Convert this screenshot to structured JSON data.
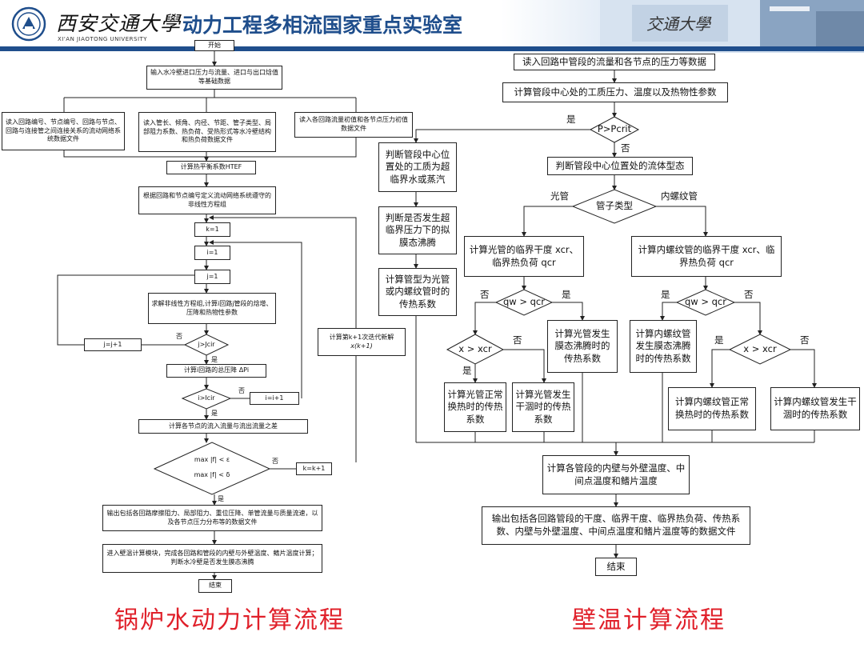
{
  "header": {
    "school_cn": "西安交通大學",
    "school_en": "XI'AN JIAOTONG UNIVERSITY",
    "lab_title": "动力工程多相流国家重点实验室",
    "photo_caption": "交通大學"
  },
  "left": {
    "start": "开始",
    "input_basic": "输入水冷壁进口压力与流量、进口与出口焓值等基础数据",
    "read_loop": "读入回路编号、节点编号、回路与节点、回路与连接管之间连接关系的流动网络系统数据文件",
    "read_tube": "读入管长、倾角、内径、节距、管子类型、局部阻力系数、热负荷、受热形式等水冷壁结构和热负荷数据文件",
    "read_init": "读入各回路流量初值和各节点压力初值数据文件",
    "htef": "计算热平衡系数HTEF",
    "define_eq": "根据回路和节点编号定义流动网络系统遵守的非线性方程组",
    "k1": "k=1",
    "i1": "i=1",
    "j1": "j=1",
    "solve": "求解非线性方程组,计算i回路j管段的焓增、压降和热物性参数",
    "d_j": "j>Jcir",
    "jj": "j=j+1",
    "loop_dp": "计算i回路的总压降 ΔPi",
    "d_i": "i>Icir",
    "ii": "i=i+1",
    "node_diff": "计算各节点的流入流量与流出流量之差",
    "d_conv_1": "max |f| < ε",
    "d_conv_2": "max |f| < δ",
    "kk": "k=k+1",
    "iter": "计算第k+1次迭代新解",
    "iter_sym": "x(k+1)",
    "output": "输出包括各回路摩擦阻力、局部阻力、重位压降、单管流量与质量流速，以及各节点压力分布等的数据文件",
    "wall_module": "进入壁温计算模块，完成各回路和管段的内壁与外壁温度、鳍片温度计算；判断水冷壁是否发生膜态沸腾",
    "end": "结束",
    "yes": "是",
    "no": "否",
    "caption": "锅炉水动力计算流程"
  },
  "right": {
    "read_flow": "读入回路中管段的流量和各节点的压力等数据",
    "calc_center": "计算管段中心处的工质压力、温度以及热物性参数",
    "d_p": "P>Pcrit",
    "judge_supercrit": "判断管段中心位置处的工质为超临界水或蒸汽",
    "judge_film": "判断是否发生超临界压力下的拟膜态沸腾",
    "calc_type_coef": "计算管型为光管或内螺纹管时的传热系数",
    "flow_pattern": "判断管段中心位置处的流体型态",
    "tube_type": "管子类型",
    "smooth": "光管",
    "rifled": "内螺纹管",
    "smooth_crit": "计算光管的临界干度 xcr、临界热负荷 qcr",
    "rifled_crit": "计算内螺纹管的临界干度 xcr、临界热负荷 qcr",
    "d_q_s": "qw > qcr",
    "d_q_r": "qw > qcr",
    "d_x_s": "x > xcr",
    "d_x_r": "x > xcr",
    "smooth_film": "计算光管发生膜态沸腾时的传热系数",
    "rifled_film": "计算内螺纹管发生膜态沸腾时的传热系数",
    "smooth_normal": "计算光管正常换热时的传热系数",
    "smooth_dry": "计算光管发生干涸时的传热系数",
    "rifled_normal": "计算内螺纹管正常换热时的传热系数",
    "rifled_dry": "计算内螺纹管发生干涸时的传热系数",
    "wall_temps": "计算各管段的内壁与外壁温度、中间点温度和鳍片温度",
    "output": "输出包括各回路管段的干度、临界干度、临界热负荷、传热系数、内壁与外壁温度、中间点温度和鳍片温度等的数据文件",
    "end": "结束",
    "yes": "是",
    "no": "否",
    "caption": "壁温计算流程"
  }
}
